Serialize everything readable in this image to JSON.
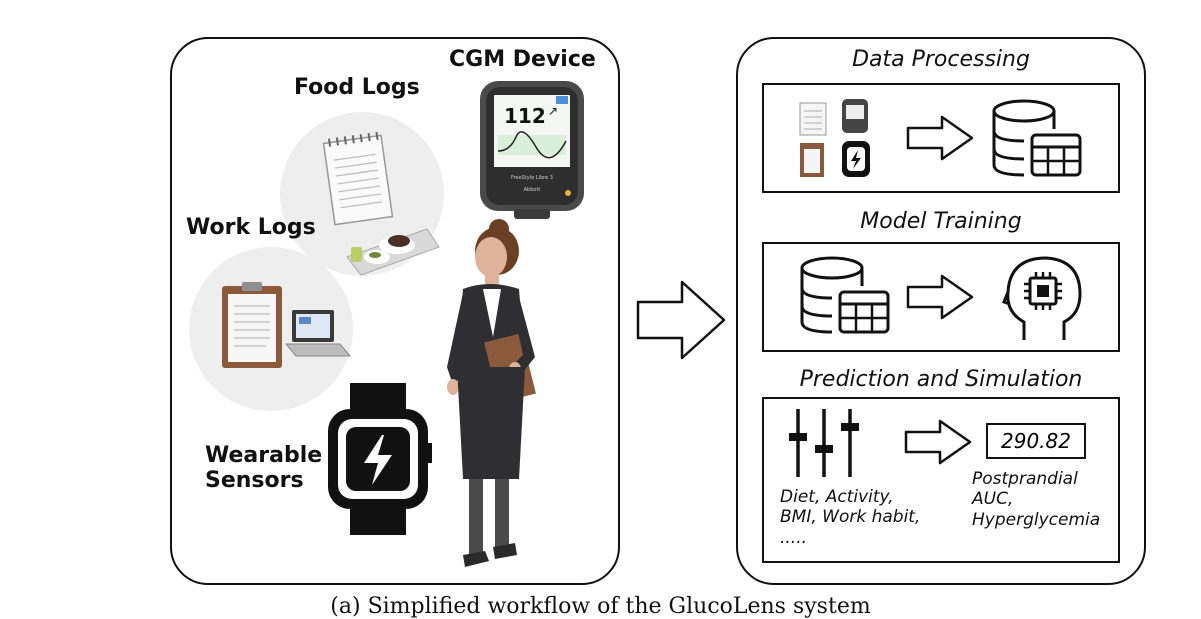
{
  "left": {
    "cgm_label": "CGM Device",
    "cgm_reading": "112",
    "cgm_brand": "FreeStyle Libre 3",
    "cgm_maker": "Abbott",
    "food_label": "Food Logs",
    "work_label": "Work Logs",
    "wearable_label": "Wearable\nSensors"
  },
  "right": {
    "data_processing": "Data Processing",
    "model_training": "Model Training",
    "prediction": "Prediction and Simulation",
    "output_value": "290.82",
    "inputs_text": "Diet, Activity,\nBMI, Work habit,\n.....",
    "outputs_text": "Postprandial\nAUC,\nHyperglycemia"
  },
  "caption": "(a) Simplified workflow of the GlucoLens system"
}
